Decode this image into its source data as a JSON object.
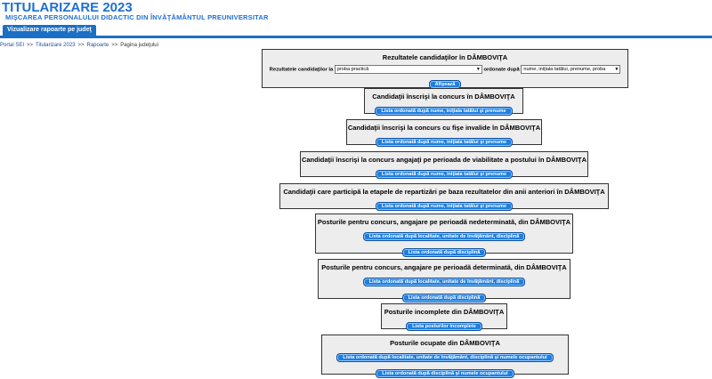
{
  "header": {
    "title": "TITULARIZARE 2023",
    "subtitle": "MIŞCAREA PERSONALULUI DIDACTIC DIN ÎNVĂŢĂMÂNTUL PREUNIVERSITAR"
  },
  "tab": {
    "label": "Vizualizare rapoarte pe judeţ"
  },
  "breadcrumb": {
    "items": [
      "Portal SEI",
      "Titularizare 2023",
      "Rapoarte"
    ],
    "separator": ">>",
    "current": "Pagina judeţului"
  },
  "results": {
    "title": "Rezultatele candidaţilor în DÂMBOVIŢA",
    "label_prefix": "Rezultatele candidaţilor la",
    "select1_value": "proba practică",
    "label_order": "ordonate după",
    "select2_value": "nume, iniţiala tatălui, prenume, proba",
    "button": "Afişează"
  },
  "panels": [
    {
      "title": "Candidaţii înscrişi la concurs în DÂMBOVIŢA",
      "buttons": [
        "Lista ordonată după nume, iniţiala tatălui şi prenume"
      ]
    },
    {
      "title": "Candidaţii înscrişi la concurs cu fişe invalide în DÂMBOVIŢA",
      "buttons": [
        "Lista ordonată după nume, iniţiala tatălui şi prenume"
      ]
    },
    {
      "title": "Candidaţii înscrişi la concurs angajaţi pe perioada de viabilitate a postului în DÂMBOVIŢA",
      "buttons": [
        "Lista ordonată după nume, iniţiala tatălui şi prenume"
      ]
    },
    {
      "title": "Candidaţii care participă la etapele de repartizări pe baza rezultatelor din anii anteriori în DÂMBOVIŢA",
      "buttons": [
        "Lista ordonată după nume, iniţiala tatălui şi prenume"
      ]
    },
    {
      "title": "Posturile pentru concurs, angajare pe perioadă nedeterminată, din DÂMBOVIŢA",
      "buttons": [
        "Lista ordonată după localitate, unitate de învăţământ, disciplină",
        "Lista ordonată după disciplină"
      ]
    },
    {
      "title": "Posturile pentru concurs, angajare pe perioadă determinată, din DÂMBOVIŢA",
      "buttons": [
        "Lista ordonată după localitate, unitate de învăţământ, disciplină",
        "Lista ordonată după disciplină"
      ]
    },
    {
      "title": "Posturile incomplete din DÂMBOVIŢA",
      "buttons": [
        "Lista posturilor incomplete"
      ]
    },
    {
      "title": "Posturile ocupate din DÂMBOVIŢA",
      "buttons": [
        "Lista ordonată după localitate, unitate de învăţământ, disciplină şi numele ocupantului",
        "Lista ordonată după disciplină şi numele ocupantului"
      ]
    }
  ]
}
